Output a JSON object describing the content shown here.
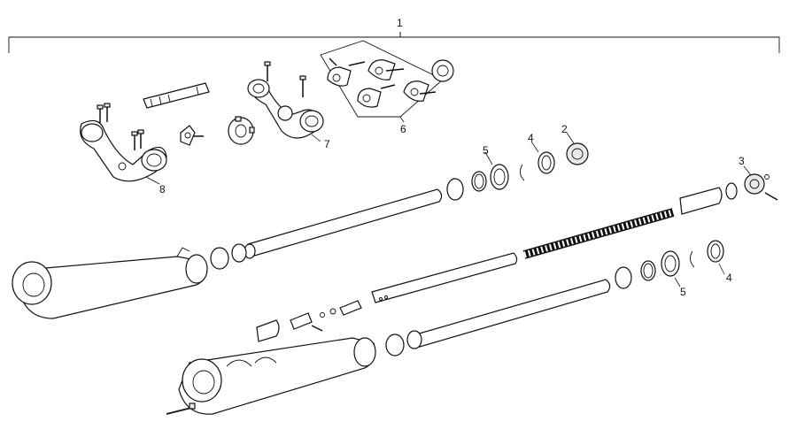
{
  "diagram": {
    "callouts": {
      "assembly": "1",
      "c2": "2",
      "c3": "3",
      "c4_top": "4",
      "c4_bottom": "4",
      "c5_top": "5",
      "c5_bottom": "5",
      "c6": "6",
      "c7": "7",
      "c8": "8"
    }
  }
}
